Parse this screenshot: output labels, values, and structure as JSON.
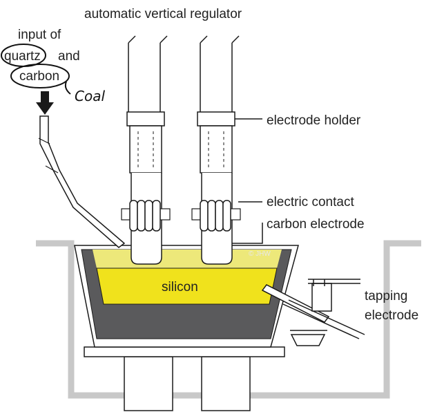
{
  "labels": {
    "title": "automatic vertical regulator",
    "input_line1": "input of",
    "input_quartz": "quartz",
    "input_and": "and",
    "input_carbon": "carbon",
    "handwritten_note": "Coal",
    "electrode_holder": "electrode holder",
    "electric_contact": "electric contact",
    "carbon_electrode": "carbon electrode",
    "silicon": "silicon",
    "tapping_line1": "tapping",
    "tapping_line2": "electrode",
    "copyright": "© JHW"
  },
  "colors": {
    "silicon_melt": "#f0e21c",
    "charge_layer": "#ede87a",
    "furnace_lining": "#5a5a5c",
    "floor_gray": "#c8c8c8",
    "outline": "#1a1a1a"
  },
  "icons": {
    "feed_arrow": "down-arrow-icon"
  }
}
